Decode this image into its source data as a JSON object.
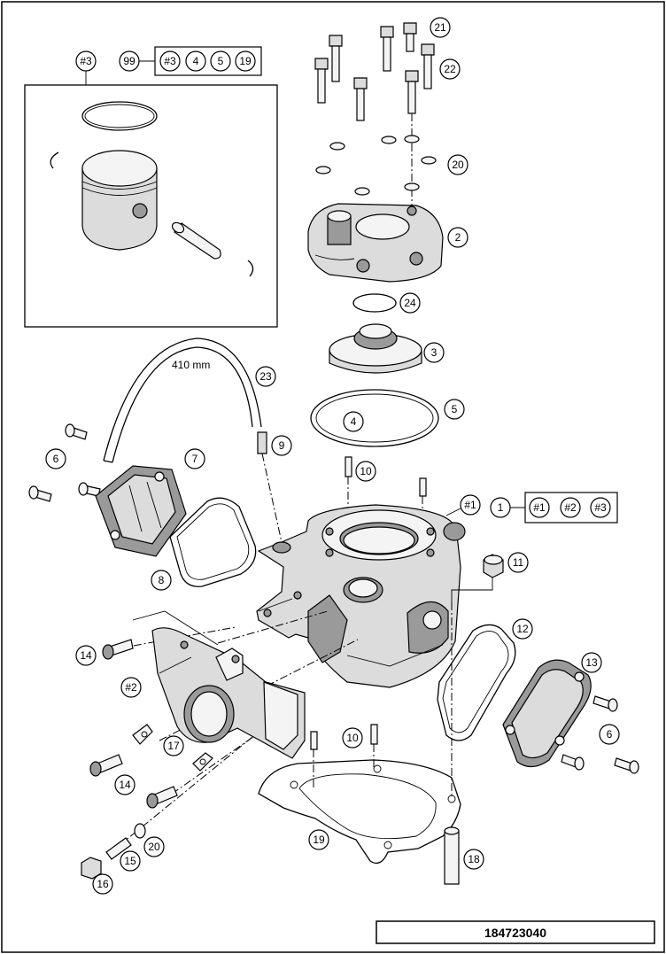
{
  "callouts": {
    "c_3hash_top": "#3",
    "c_99": "99",
    "c_99_3": "#3",
    "c_99_4": "4",
    "c_99_5": "5",
    "c_99_19": "19",
    "c_21": "21",
    "c_22": "22",
    "c_20_top": "20",
    "c_2": "2",
    "c_24": "24",
    "c_3": "3",
    "c_4": "4",
    "c_5": "5",
    "c_23": "23",
    "c_9": "9",
    "c_10_top": "10",
    "c_6_left": "6",
    "c_7": "7",
    "c_8": "8",
    "c_1hash": "#1",
    "c_1": "1",
    "c_1_1": "#1",
    "c_1_2": "#2",
    "c_1_3": "#3",
    "c_11": "11",
    "c_12": "12",
    "c_13": "13",
    "c_6_right": "6",
    "c_14_top": "14",
    "c_2hash": "#2",
    "c_17": "17",
    "c_10_bottom": "10",
    "c_14_bottom": "14",
    "c_19": "19",
    "c_20_bottom": "20",
    "c_15": "15",
    "c_16": "16",
    "c_18": "18"
  },
  "hose_length": "410 mm",
  "drawing_number": "184723040",
  "icons": {
    "piston": "piston-icon",
    "cylinder": "cylinder-icon",
    "cylinder_head": "cylinder-head-icon"
  }
}
